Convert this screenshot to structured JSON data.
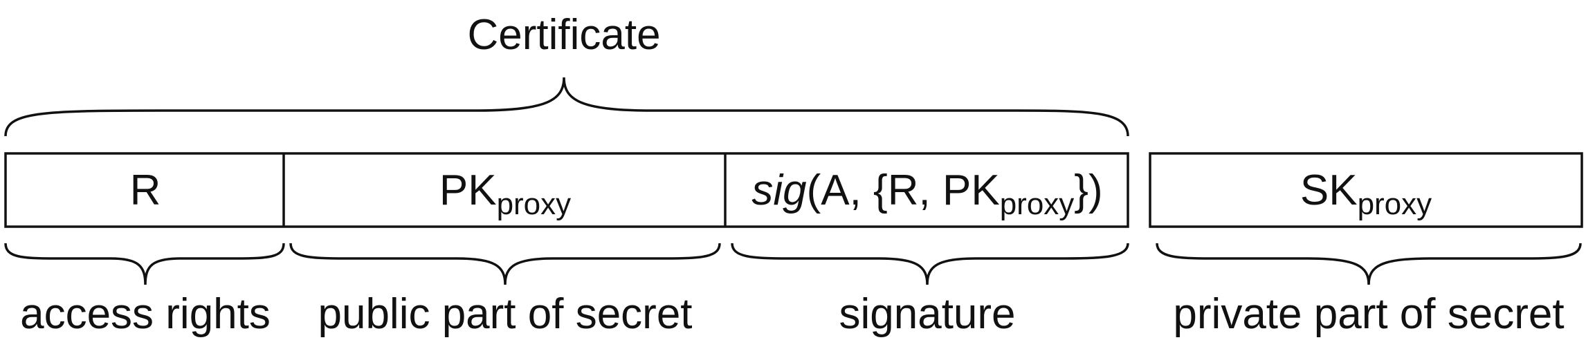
{
  "title": "Certificate",
  "cells": [
    {
      "id": "r",
      "main": "R"
    },
    {
      "id": "pk",
      "main": "PK",
      "sub": "proxy"
    },
    {
      "id": "sig",
      "fn": "sig",
      "pre": "(A, {R, PK",
      "sub": "proxy",
      "post": "})"
    },
    {
      "id": "sk",
      "main": "SK",
      "sub": "proxy"
    }
  ],
  "labels": [
    {
      "id": "access-rights",
      "text": "access rights"
    },
    {
      "id": "public-part",
      "text": "public part of secret"
    },
    {
      "id": "signature",
      "text": "signature"
    },
    {
      "id": "private-part",
      "text": "private part of secret"
    }
  ],
  "colors": {
    "stroke": "#111111",
    "background": "#ffffff"
  }
}
